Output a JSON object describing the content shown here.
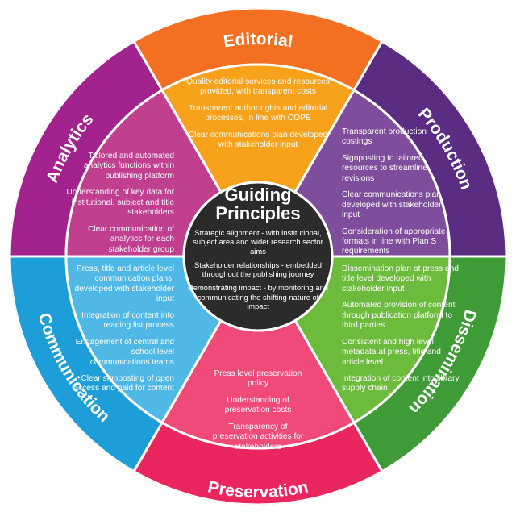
{
  "colors": {
    "editorial_outer": "#f36f21",
    "editorial_inner": "#f8a21c",
    "production_outer": "#5a2d82",
    "production_inner": "#7e4d9b",
    "dissemination_outer": "#3f9b35",
    "dissemination_inner": "#6cbb3c",
    "preservation_outer": "#e9265d",
    "preservation_inner": "#ef4a78",
    "communication_outer": "#1e9ed8",
    "communication_inner": "#4fb8e6",
    "analytics_outer": "#a3238e",
    "analytics_inner": "#c0408f",
    "hub": "#2b2b2b",
    "divider": "#ffffff"
  },
  "hub": {
    "title_line1": "Guiding",
    "title_line2": "Principles",
    "points": [
      "Strategic alignment - with institutional, subject area and wider research sector aims",
      "Stakeholder relationships - embedded throughout the publishing journey",
      "Demonstrating impact - by monitoring and communicating the shifting nature of impact"
    ]
  },
  "segments": {
    "editorial": {
      "title": "Editorial",
      "points": [
        "Quality editorial services and resources provided, with transparent costs",
        "Transparent author rights and editorial processes, in line with COPE",
        "Clear communications plan developed with stakeholder input"
      ]
    },
    "production": {
      "title": "Production",
      "points": [
        "Transparent production costings",
        "Signposting to tailored resources to streamline revisions",
        "Clear communications plan developed with stakeholder input",
        "Consideration of appropriate formats in line with Plan S requirements"
      ]
    },
    "dissemination": {
      "title": "Dissemination",
      "points": [
        "Dissemination plan at press and title level developed with stakeholder input",
        "Automated provision of content through publication platform to third parties",
        "Consistent and high level metadata at press, title and article level",
        "Integration of content into library supply chain"
      ]
    },
    "preservation": {
      "title": "Preservation",
      "points": [
        "Press level preservation policy",
        "Understanding of preservation costs",
        "Transparency of preservation activities for stakeholders"
      ]
    },
    "communication": {
      "title": "Communication",
      "points": [
        "Press, title and article level communication plans, developed with stakeholder input",
        "Integration of content into reading list process",
        "Engagement of central and school level communications teams",
        "Clear signposting of open access and paid for content"
      ]
    },
    "analytics": {
      "title": "Analytics",
      "points": [
        "Tailored and automated analytics functions within publishing platform",
        "Understanding of key data for institutional, subject and title stakeholders",
        "Clear communication of analytics for each stakeholder group"
      ]
    }
  }
}
